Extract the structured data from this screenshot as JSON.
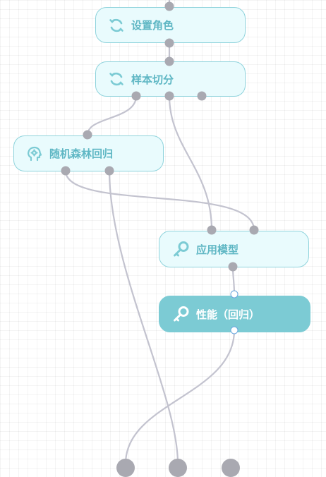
{
  "nodes": {
    "set_role": {
      "label": "设置角色",
      "icon": "refresh-cycle-icon"
    },
    "sample_split": {
      "label": "样本切分",
      "icon": "refresh-cycle-icon"
    },
    "random_forest": {
      "label": "随机森林回归",
      "icon": "brain-gear-icon"
    },
    "apply_model": {
      "label": "应用模型",
      "icon": "key-search-icon"
    },
    "performance": {
      "label": "性能（回归）",
      "icon": "key-search-icon"
    }
  },
  "colors": {
    "node_fill": "#e9fbfd",
    "node_border": "#8fd3dc",
    "node_active_fill": "#7ccbd4",
    "label_text": "#5fb7c4",
    "edge": "#c3c3cf",
    "port": "#a9a9b1",
    "port_hollow_border": "#6aa6de"
  }
}
